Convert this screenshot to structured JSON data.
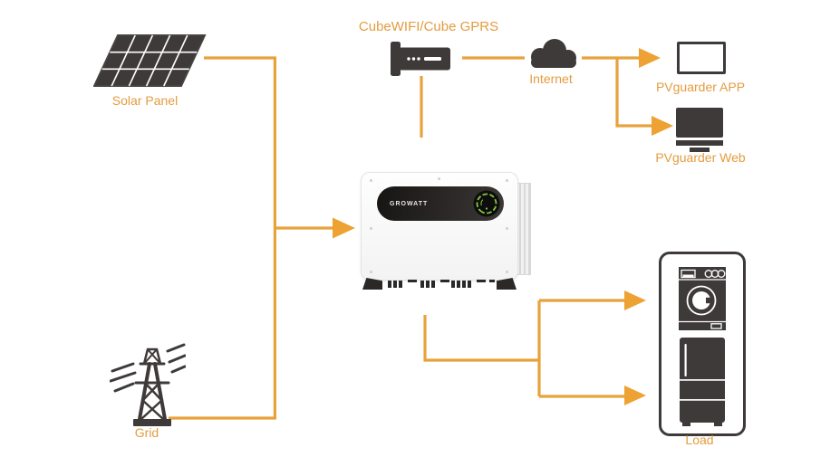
{
  "labels": {
    "solar_panel": "Solar Panel",
    "grid": "Grid",
    "datalogger": "CubeWIFI/Cube GPRS",
    "internet": "Internet",
    "pvguarder_app": "PVguarder APP",
    "pvguarder_web": "PVguarder Web",
    "load": "Load"
  },
  "inverter": {
    "brand": "GROWATT"
  },
  "colors": {
    "accent_orange": "#E8A23C",
    "label_orange": "#E49C3F",
    "icon_dark": "#3E3A39",
    "display_green": "#86C440"
  },
  "icons": {
    "solar-panel-icon": "tilted PV module with 5x3 cell grid",
    "grid-tower-icon": "lattice transmission tower with power lines",
    "datalogger-icon": "CubeWIFI/Cube GPRS stick modem",
    "cloud-icon": "internet cloud",
    "app-screen-icon": "blank tablet/phone screen outline",
    "web-monitor-icon": "desktop monitor",
    "inverter-image": "Growatt MAX inverter, white with dark display band",
    "washing-machine-icon": "front-load washer",
    "fridge-icon": "refrigerator"
  },
  "connections": [
    "Solar Panel → Inverter",
    "Grid → Inverter",
    "Datalogger → Inverter",
    "Datalogger → Internet",
    "Internet → PVguarder APP",
    "Internet → PVguarder Web",
    "Inverter → Load (washer)",
    "Inverter → Load (fridge)"
  ]
}
